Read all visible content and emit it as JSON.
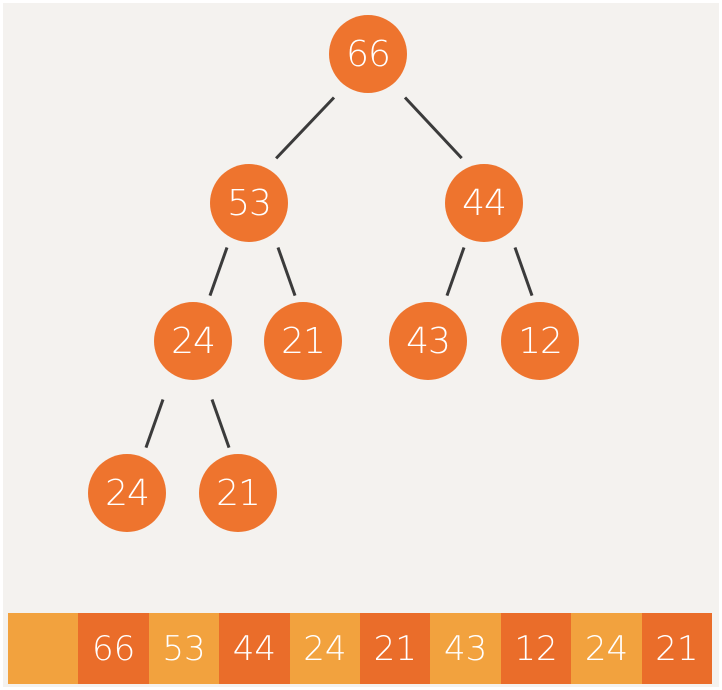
{
  "heap": {
    "nodes": [
      "66",
      "53",
      "44",
      "24",
      "21",
      "43",
      "12",
      "24",
      "21"
    ],
    "array": [
      "",
      "66",
      "53",
      "44",
      "24",
      "21",
      "43",
      "12",
      "24",
      "21"
    ]
  },
  "colors": {
    "node": "#ee742e",
    "edge": "#3b3b3b",
    "array_light": "#f2a23e",
    "array_dark": "#ea6d2a",
    "background": "#f4f2ef"
  }
}
